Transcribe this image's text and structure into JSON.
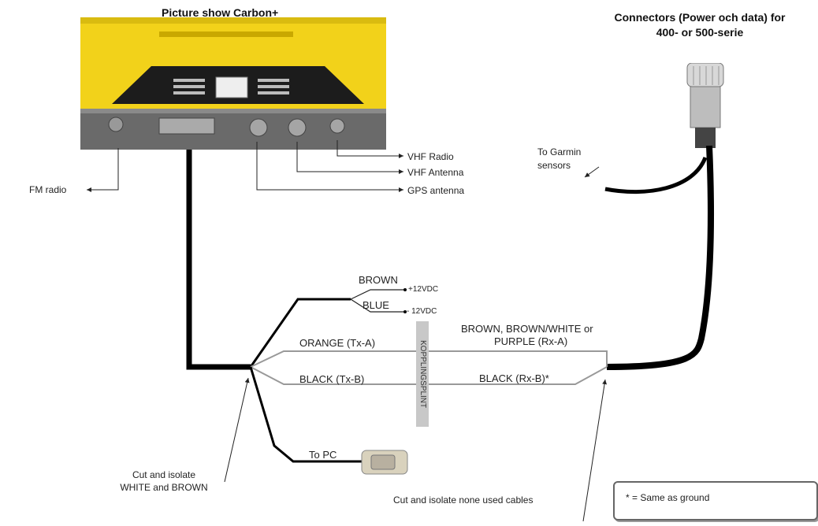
{
  "title": "Picture show Carbon+",
  "connectors_title_line1": "Connectors (Power och data) for",
  "connectors_title_line2": "400- or 500-serie",
  "labels": {
    "vhf_radio": "VHF Radio",
    "vhf_antenna": "VHF Antenna",
    "gps_antenna": "GPS antenna",
    "fm_radio": "FM radio",
    "to_garmin_line1": "To Garmin",
    "to_garmin_line2": "sensors",
    "brown": "BROWN",
    "blue": "BLUE",
    "plus_12vdc": "+12VDC",
    "minus_12vdc": "- 12VDC",
    "orange_txa": "ORANGE (Tx-A)",
    "black_txb": "BLACK (Tx-B)",
    "to_pc": "To PC",
    "brown_white_purple_line1": "BROWN, BROWN/WHITE or",
    "brown_white_purple_line2": "PURPLE (Rx-A)",
    "black_rxb": "BLACK (Rx-B)*",
    "kopplingsplint": "KOPPLINGSPLINT",
    "cut_isolate_line1": "Cut and isolate",
    "cut_isolate_line2": "WHITE and BROWN",
    "cut_isolate_unused": "Cut and isolate none used cables",
    "legend": "* = Same as ground"
  },
  "colors": {
    "device_yellow": "#f2d21a",
    "device_dark": "#1c1c1c",
    "cable_black": "#000000",
    "wire_gray": "#888888",
    "terminal_gray": "#c8c8c8"
  }
}
